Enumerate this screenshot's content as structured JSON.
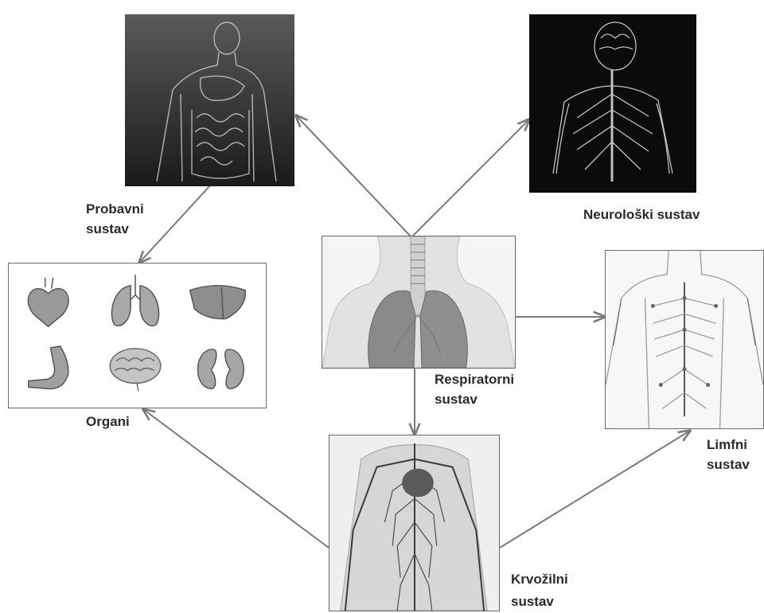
{
  "diagram": {
    "nodes": {
      "probavni": {
        "line1": "Probavni",
        "line2": "sustav",
        "icon": "digestive-system-icon"
      },
      "neuroloski": {
        "line1": "Neurološki sustav",
        "icon": "nervous-system-icon"
      },
      "respiratorni": {
        "line1": "Respiratorni",
        "line2": "sustav",
        "icon": "lungs-icon"
      },
      "organi": {
        "line1": "Organi",
        "icon": "organs-grid-icon"
      },
      "limfni": {
        "line1": "Limfni",
        "line2": "sustav",
        "icon": "lymphatic-system-icon"
      },
      "krvozilni": {
        "line1": "Krvožilni",
        "line2": "sustav",
        "icon": "circulatory-system-icon"
      }
    },
    "organ_icons": [
      "heart-icon",
      "lungs-icon",
      "liver-icon",
      "stomach-icon",
      "brain-icon",
      "kidneys-icon"
    ],
    "edges": [
      {
        "from": "respiratorni",
        "to": "probavni"
      },
      {
        "from": "respiratorni",
        "to": "neuroloski"
      },
      {
        "from": "respiratorni",
        "to": "limfni"
      },
      {
        "from": "respiratorni",
        "to": "krvozilni"
      },
      {
        "from": "probavni",
        "to": "organi"
      },
      {
        "from": "krvozilni",
        "to": "organi"
      },
      {
        "from": "krvozilni",
        "to": "limfni"
      }
    ],
    "colors": {
      "arrow": "#7a7a7a",
      "frame": "#6a6a6a",
      "label": "#2b2b2b"
    }
  }
}
